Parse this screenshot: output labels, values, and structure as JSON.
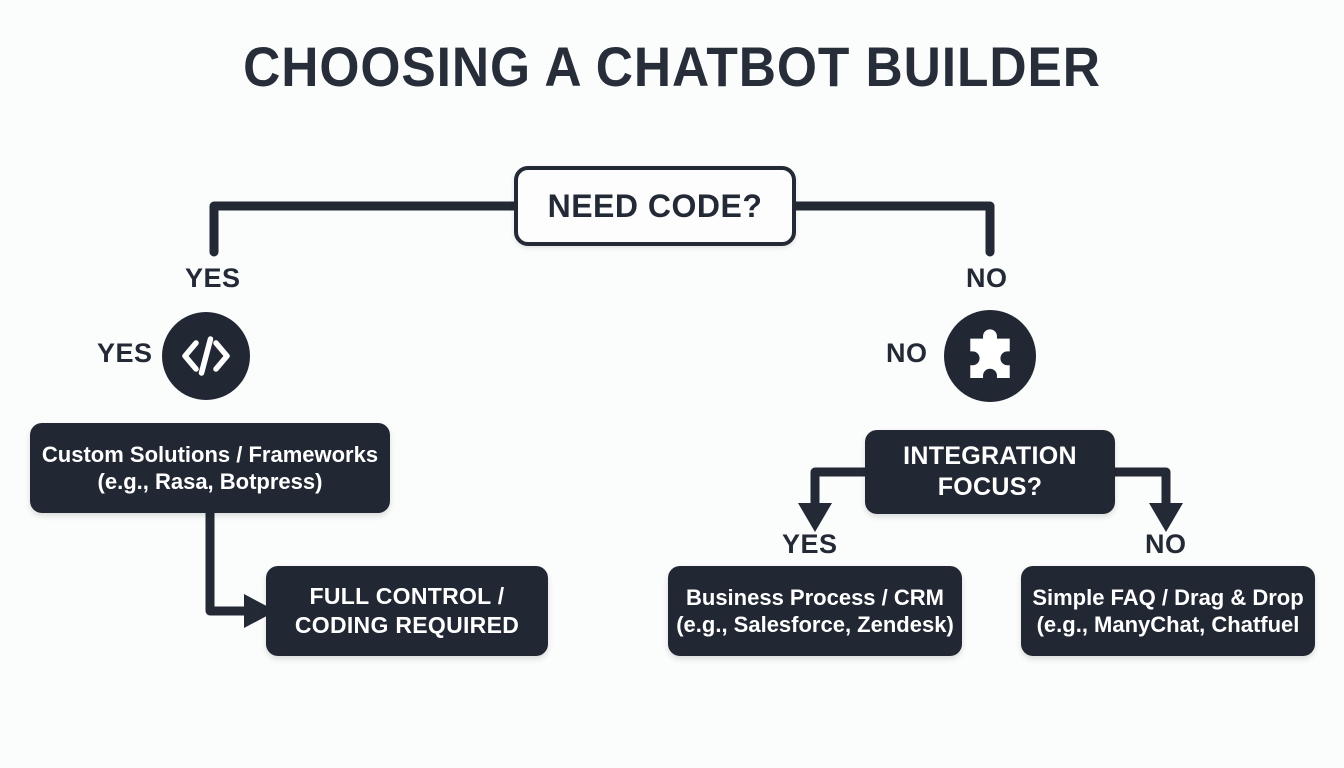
{
  "page": {
    "title": "CHOOSING A CHATBOT BUILDER",
    "background_color": "#fbfcfc",
    "ink_color": "#232a36",
    "dark_node_fill": "#222833",
    "light_node_fill": "#fdfdfd"
  },
  "chart_data": {
    "type": "diagram",
    "title": "CHOOSING A CHATBOT BUILDER",
    "nodes": [
      {
        "id": "root",
        "label": "NEED CODE?",
        "style": "light-outlined-rounded"
      },
      {
        "id": "code-icon",
        "label": "",
        "style": "dark-circle-icon",
        "icon": "code-icon"
      },
      {
        "id": "puzzle-icon",
        "label": "",
        "style": "dark-circle-icon",
        "icon": "puzzle-piece-icon"
      },
      {
        "id": "custom-solutions",
        "label": "Custom Solutions / Frameworks (e.g., Rasa, Botpress)",
        "style": "dark-rounded"
      },
      {
        "id": "full-control",
        "label": "FULL CONTROL / CODING REQUIRED",
        "style": "dark-rounded"
      },
      {
        "id": "integration",
        "label": "INTEGRATION FOCUS?",
        "style": "dark-rounded"
      },
      {
        "id": "business-process",
        "label": "Business Process / CRM (e.g., Salesforce, Zendesk)",
        "style": "dark-rounded"
      },
      {
        "id": "simple-faq",
        "label": "Simple FAQ / Drag & Drop (e.g., ManyChat, Chatfuel",
        "style": "dark-rounded"
      }
    ],
    "edges": [
      {
        "from": "root",
        "to": "code-icon",
        "label": "YES"
      },
      {
        "from": "root",
        "to": "puzzle-icon",
        "label": "NO"
      },
      {
        "from": "custom-solutions",
        "to": "full-control",
        "label": ""
      },
      {
        "from": "integration",
        "to": "business-process",
        "label": "YES"
      },
      {
        "from": "integration",
        "to": "simple-faq",
        "label": "NO"
      }
    ]
  },
  "root": {
    "label": "NEED CODE?"
  },
  "branches": {
    "yes_top": "YES",
    "no_top": "NO",
    "yes_icon": "YES",
    "no_icon": "NO",
    "yes_lower": "YES",
    "no_lower": "NO"
  },
  "nodes": {
    "custom_solutions": {
      "line1": "Custom Solutions / Frameworks",
      "line2": "(e.g., Rasa, Botpress)"
    },
    "full_control": {
      "line1": "FULL CONTROL /",
      "line2": "CODING REQUIRED"
    },
    "integration": {
      "line1": "INTEGRATION",
      "line2": "FOCUS?"
    },
    "business_process": {
      "line1": "Business Process / CRM",
      "line2": "(e.g., Salesforce, Zendesk)"
    },
    "simple_faq": {
      "line1": "Simple FAQ / Drag & Drop",
      "line2": "(e.g., ManyChat, Chatfuel"
    }
  },
  "icons": {
    "code": "code-icon",
    "puzzle": "puzzle-piece-icon"
  }
}
